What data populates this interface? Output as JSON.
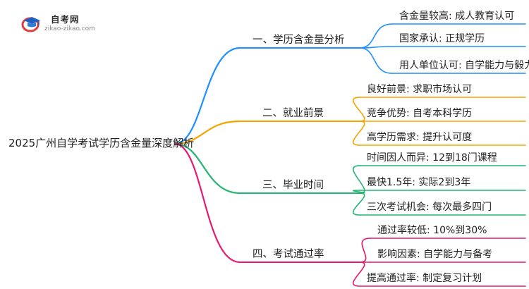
{
  "logo": {
    "name": "自考网",
    "url": "zikao-zikao.com"
  },
  "root": "2025广州自学考试学历含金量深度解析",
  "branches": [
    {
      "label": "一、学历含金量分析",
      "color": "#1e90ff",
      "leaves": [
        "含金量较高: 成人教育认可",
        "国家承认: 正规学历",
        "用人单位认可: 自学能力与毅力"
      ]
    },
    {
      "label": "二、就业前景",
      "color": "#f5a300",
      "leaves": [
        "良好前景: 求职市场认可",
        "竞争优势: 自考本科学历",
        "高学历需求: 提升认可度"
      ]
    },
    {
      "label": "三、毕业时间",
      "color": "#22b573",
      "leaves": [
        "时间因人而异: 12到18门课程",
        "最快1.5年: 实际2到3年",
        "三次考试机会: 每次最多四门"
      ]
    },
    {
      "label": "四、考试通过率",
      "color": "#e6196e",
      "leaves": [
        "通过率较低: 10%到30%",
        "影响因素: 自学能力与备考",
        "提高通过率: 制定复习计划"
      ]
    }
  ]
}
